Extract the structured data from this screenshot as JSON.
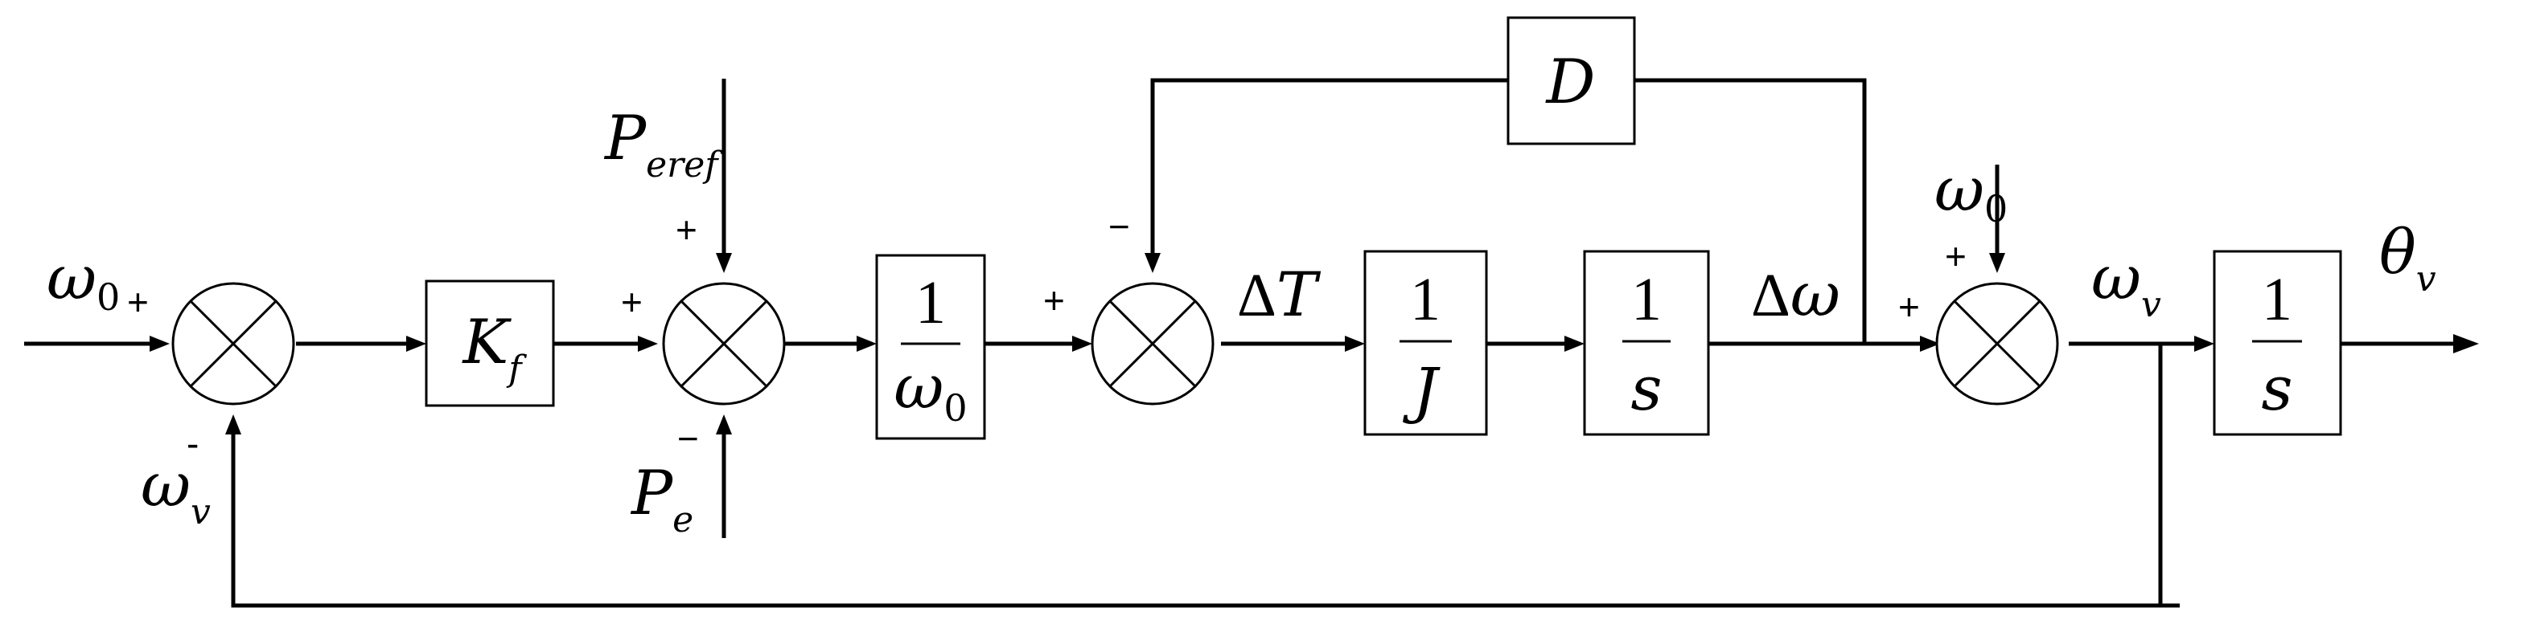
{
  "blocks": {
    "kf": {
      "main": "K",
      "sub": "f"
    },
    "inv_omega0": {
      "num": "1",
      "den": "ω",
      "den_sub": "0"
    },
    "inv_J": {
      "num": "1",
      "den": "J"
    },
    "int1": {
      "num": "1",
      "den": "s"
    },
    "int2": {
      "num": "1",
      "den": "s"
    },
    "damping": {
      "label": "D"
    }
  },
  "signals": {
    "omega0_in": {
      "main": "ω",
      "sub": "0"
    },
    "omega_v_fb": {
      "main": "ω",
      "sub": "v"
    },
    "p_eref": {
      "main": "P",
      "sub": "eref"
    },
    "p_e": {
      "main": "P",
      "sub": "e"
    },
    "delta_t": {
      "delta": "Δ",
      "main": "T"
    },
    "delta_omega": {
      "delta": "Δ",
      "main": "ω"
    },
    "omega0_add": {
      "main": "ω",
      "sub": "0"
    },
    "omega_v": {
      "main": "ω",
      "sub": "v"
    },
    "theta_v": {
      "main": "θ",
      "sub": "v"
    }
  },
  "signs": {
    "sum1_in": "+",
    "sum1_fb": "-",
    "sum2_top": "+",
    "sum2_left": "+",
    "sum2_bottom": "−",
    "sum3_left": "+",
    "sum3_fb": "−",
    "sum4_left": "+",
    "sum4_top": "+"
  }
}
